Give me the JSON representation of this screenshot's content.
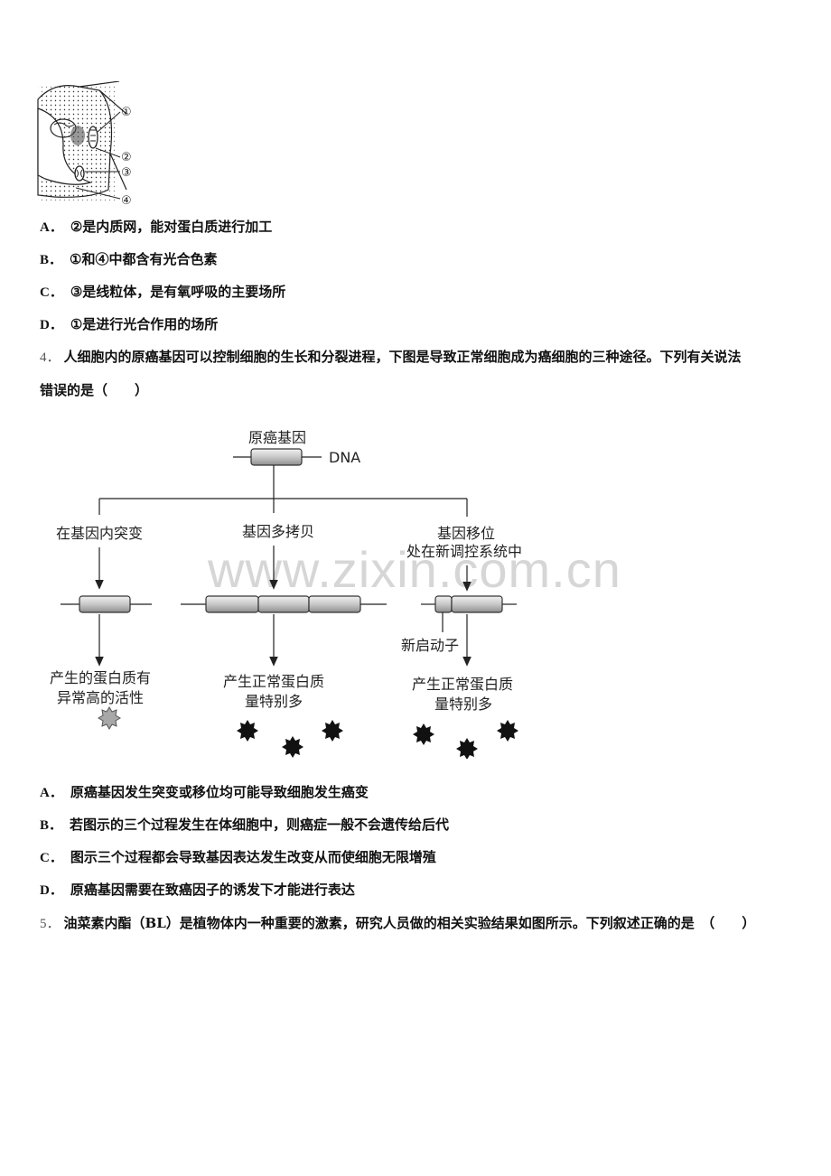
{
  "cell_figure": {
    "labels": [
      "①",
      "②",
      "③",
      "④"
    ]
  },
  "q3_options": [
    {
      "letter": "A．",
      "text": "②是内质网，能对蛋白质进行加工"
    },
    {
      "letter": "B．",
      "text": "①和④中都含有光合色素"
    },
    {
      "letter": "C．",
      "text": "③是线粒体，是有氧呼吸的主要场所"
    },
    {
      "letter": "D．",
      "text": "①是进行光合作用的场所"
    }
  ],
  "q4": {
    "number": "4．",
    "line1": "人细胞内的原癌基因可以控制细胞的生长和分裂进程，下图是导致正常细胞成为癌细胞的三种途径。下列有关说法",
    "line2": "错误的是（　　）"
  },
  "diagram": {
    "top_label": "原癌基因",
    "dna_label": "DNA",
    "branch1_label": "在基因内突变",
    "branch2_label": "基因多拷贝",
    "branch3_label_1": "基因移位",
    "branch3_label_2": "处在新调控系统中",
    "promoter_label": "新启动子",
    "result1_line1": "产生的蛋白质有",
    "result1_line2": "异常高的活性",
    "result2_line1": "产生正常蛋白质",
    "result2_line2": "量特别多",
    "result3_line1": "产生正常蛋白质",
    "result3_line2": "量特别多"
  },
  "watermark": "www.zixin.com.cn",
  "q4_options": [
    {
      "letter": "A．",
      "text": "原癌基因发生突变或移位均可能导致细胞发生癌变"
    },
    {
      "letter": "B．",
      "text": "若图示的三个过程发生在体细胞中，则癌症一般不会遗传给后代"
    },
    {
      "letter": "C．",
      "text": "图示三个过程都会导致基因表达发生改变从而使细胞无限增殖"
    },
    {
      "letter": "D．",
      "text": "原癌基因需要在致癌因子的诱发下才能进行表达"
    }
  ],
  "q5": {
    "number": "5．",
    "text": "油菜素内酯（BL）是植物体内一种重要的激素，研究人员做的相关实验结果如图所示。下列叙述正确的是　（　　）"
  }
}
